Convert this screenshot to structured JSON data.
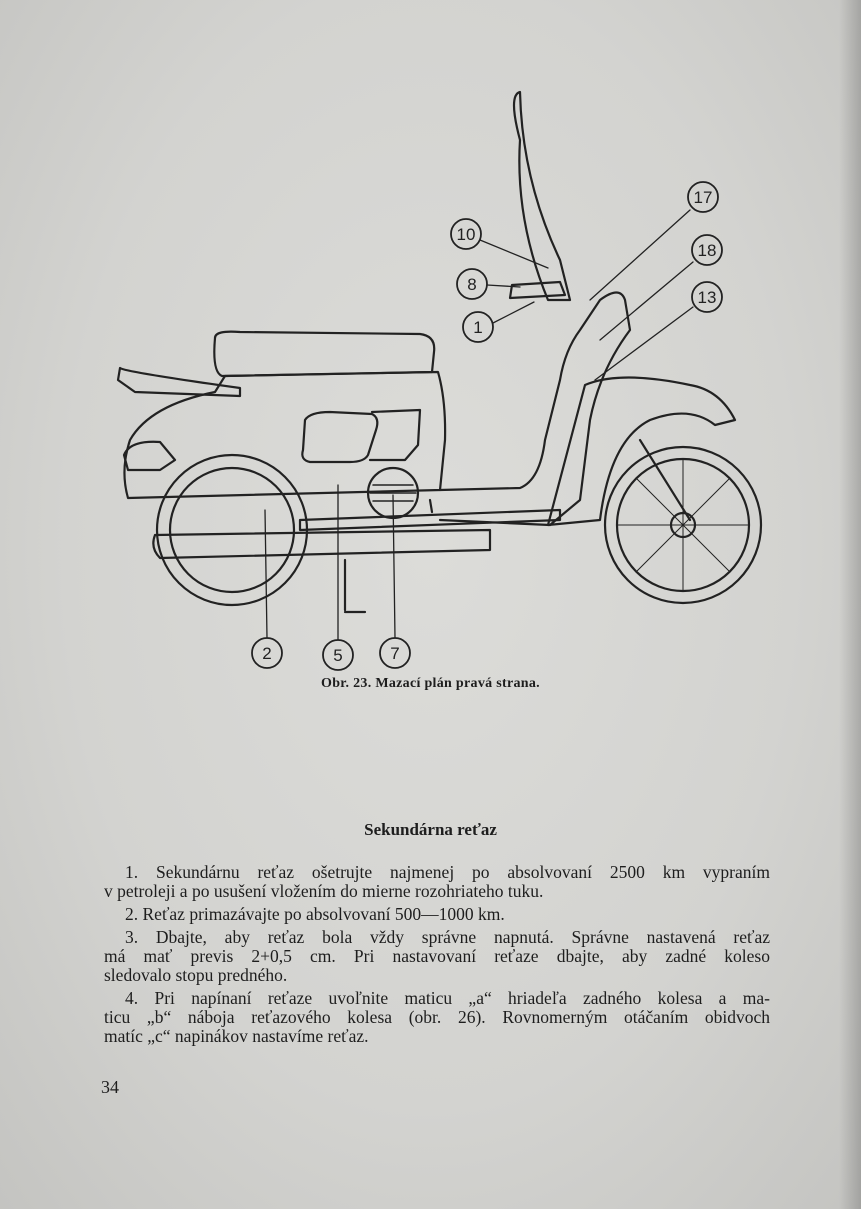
{
  "figure": {
    "callouts": [
      "10",
      "8",
      "1",
      "17",
      "18",
      "13",
      "2",
      "5",
      "7"
    ],
    "caption": "Obr. 23. Mazací plán pravá strana."
  },
  "section": {
    "heading": "Sekundárna reťaz",
    "lines": [
      "1. Sekundárnu reťaz ošetrujte najmenej po absolvovaní 2500 km vypraním",
      "v petroleji a po usušení vložením do mierne rozohriateho tuku.",
      "2. Reťaz primazávajte po absolvovaní 500—1000 km.",
      "3. Dbajte, aby reťaz bola vždy správne napnutá. Správne nastavená reťaz",
      "má mať previs 2+0,5 cm. Pri nastavovaní reťaze dbajte, aby zadné koleso",
      "sledovalo stopu predného.",
      "4. Pri napínaní reťaze uvoľnite maticu „a“ hriadeľa zadného kolesa a ma-",
      "ticu „b“ náboja reťazového kolesa (obr. 26). Rovnomerným otáčaním obidvoch",
      "matíc „c“ napinákov nastavíme reťaz."
    ]
  },
  "page_number": "34"
}
